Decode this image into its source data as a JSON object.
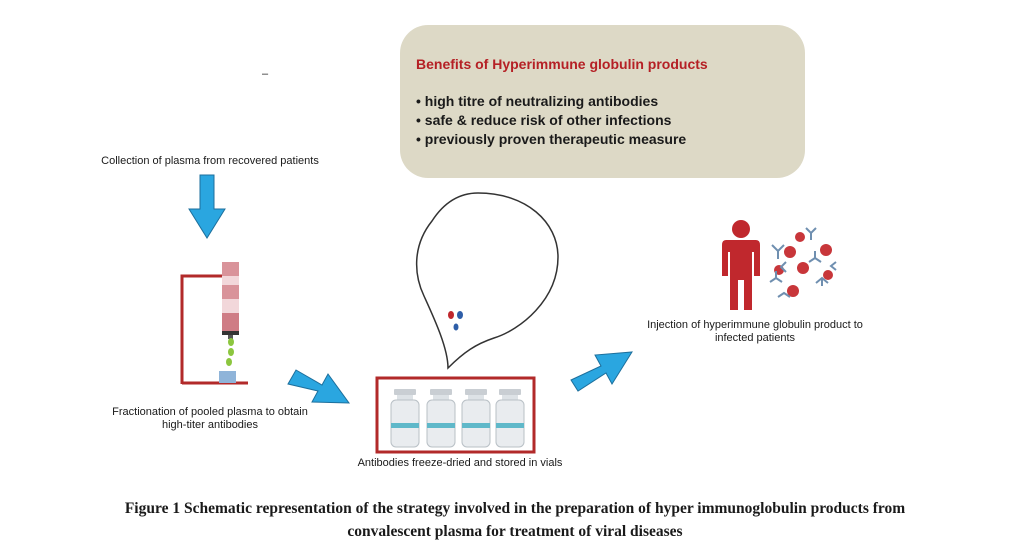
{
  "benefits": {
    "title": "Benefits of Hyperimmune globulin products",
    "items": [
      "• high titre of neutralizing antibodies",
      "• safe & reduce risk of other infections",
      "• previously proven therapeutic measure"
    ]
  },
  "steps": {
    "collection": "Collection of plasma from recovered patients",
    "fractionation_line1": "Fractionation of pooled plasma to obtain",
    "fractionation_line2": "high-titer antibodies",
    "vials": "Antibodies freeze-dried and stored in vials",
    "injection_line1": "Injection of hyperimmune globulin product to",
    "injection_line2": "infected patients"
  },
  "stray_mark": "–",
  "caption": {
    "line1": "Figure 1 Schematic representation of the strategy involved in the preparation of hyper immunoglobulin products from",
    "line2": "convalescent plasma for treatment of viral diseases"
  },
  "colors": {
    "arrow": "#2aa6e0",
    "arrow_outline": "#1d6f9c",
    "frame_red": "#b22a2a",
    "title_red": "#b52025",
    "benefits_bg": "#ddd9c6",
    "column_pink": "#d9939a",
    "droplet_green": "#8cc63f",
    "collector_blue": "#8fb4d9",
    "vial_band": "#5fb8c9",
    "person_red": "#c0282d",
    "virus_red": "#c8363a",
    "antibody_blue": "#6f8fb0"
  }
}
